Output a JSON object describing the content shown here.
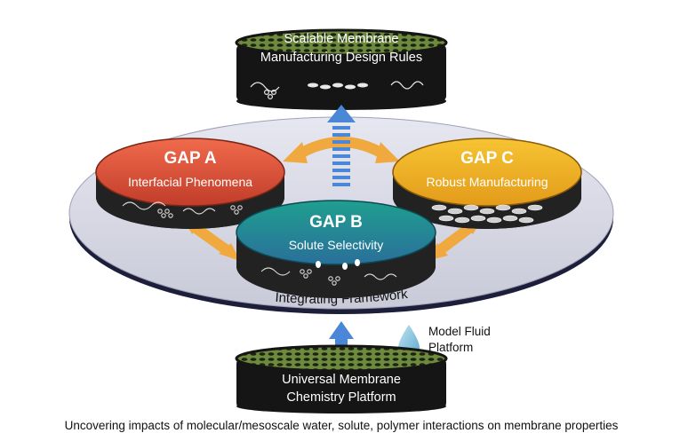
{
  "top_platform": {
    "line1": "Scalable Membrane",
    "line2": "Manufacturing Design Rules"
  },
  "gap_a": {
    "title": "GAP A",
    "subtitle": "Interfacial Phenomena"
  },
  "gap_b": {
    "title": "GAP B",
    "subtitle": "Solute Selectivity"
  },
  "gap_c": {
    "title": "GAP C",
    "subtitle": "Robust Manufacturing"
  },
  "framework_label": "Integrating Framework",
  "model_fluid": {
    "line1": "Model Fluid",
    "line2": "Platform"
  },
  "bottom_platform": {
    "line1": "Universal Membrane",
    "line2": "Chemistry Platform"
  },
  "caption": "Uncovering impacts of molecular/mesoscale water, solute, polymer interactions on membrane properties",
  "colors": {
    "gap_a": "#d9553d",
    "gap_b": "#14897d",
    "gap_c": "#f0b322",
    "disk": "#dcdde8",
    "arrow_orange": "#f0a93f",
    "arrow_blue": "#4a87d6",
    "platform_top": "#6e8a3e",
    "platform_body": "#151515"
  },
  "icons": [
    "water-drop-icon",
    "polymer-chain-icon",
    "pore-cylinder-icon"
  ]
}
